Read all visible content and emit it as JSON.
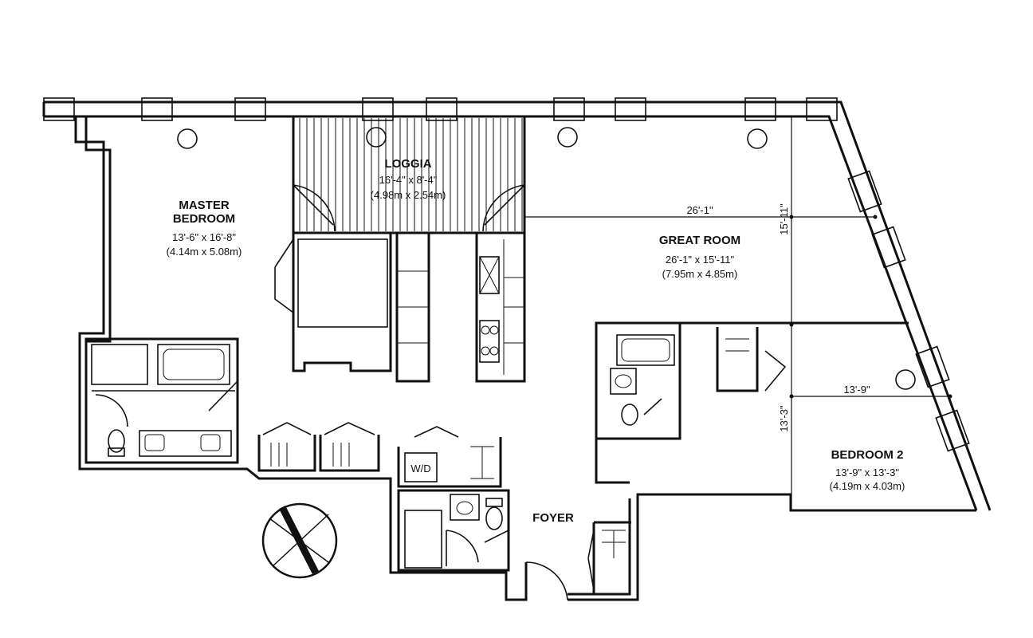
{
  "rooms": {
    "master_bedroom": {
      "name_line1": "MASTER",
      "name_line2": "BEDROOM",
      "dims_ft": "13'-6\" x 16'-8\"",
      "dims_m": "(4.14m x 5.08m)"
    },
    "loggia": {
      "name": "LOGGIA",
      "dims_ft": "16'-4\" x 8'-4\"",
      "dims_m": "(4.98m x 2.54m)"
    },
    "great_room": {
      "name": "GREAT ROOM",
      "dims_ft": "26'-1\" x 15'-11\"",
      "dims_m": "(7.95m x 4.85m)"
    },
    "bedroom_2": {
      "name": "BEDROOM 2",
      "dims_ft": "13'-9\" x 13'-3\"",
      "dims_m": "(4.19m x 4.03m)"
    },
    "foyer": {
      "name": "FOYER"
    },
    "laundry": {
      "name": "W/D"
    }
  },
  "dimension_lines": {
    "great_room_width": "26'-1\"",
    "great_room_depth": "15'-11\"",
    "bedroom2_width": "13'-9\"",
    "bedroom2_depth": "13'-3\""
  },
  "compass_icon": "north-arrow-icon"
}
